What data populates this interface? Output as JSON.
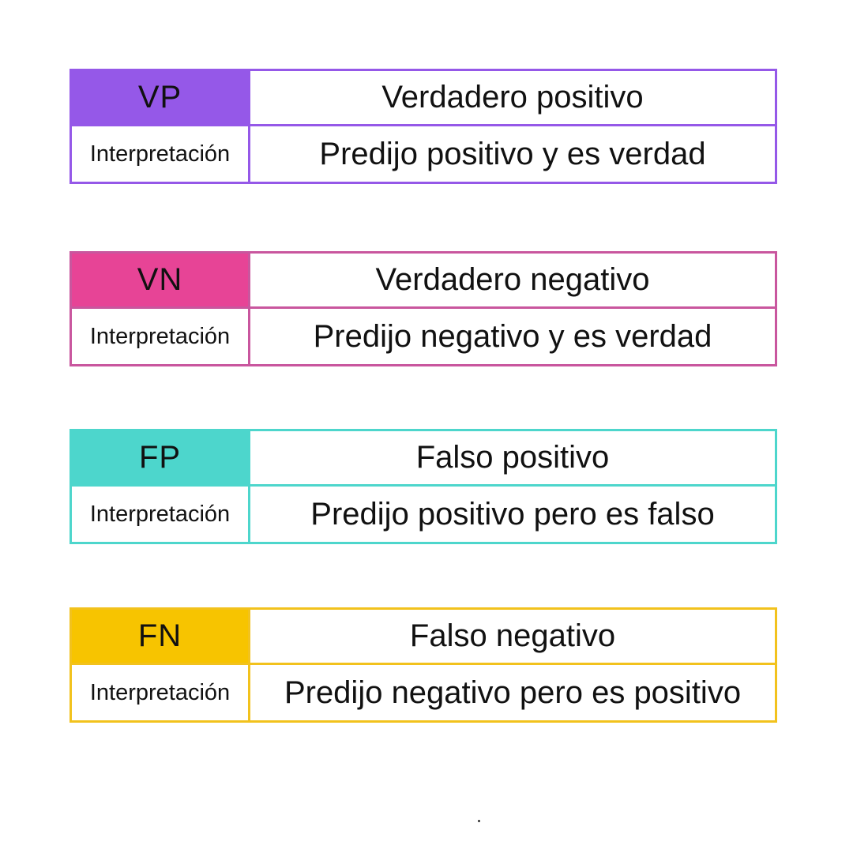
{
  "cards": [
    {
      "abbr": "VP",
      "name": "Verdadero positivo",
      "interp_label": "Interpretación",
      "interp_value": "Predijo positivo y es verdad",
      "color": "#9558e8"
    },
    {
      "abbr": "VN",
      "name": "Verdadero negativo",
      "interp_label": "Interpretación",
      "interp_value": "Predijo negativo y es verdad",
      "color": "#c9569e"
    },
    {
      "abbr": "FP",
      "name": "Falso positivo",
      "interp_label": "Interpretación",
      "interp_value": "Predijo positivo pero es falso",
      "color": "#4dd6cc"
    },
    {
      "abbr": "FN",
      "name": "Falso negativo",
      "interp_label": "Interpretación",
      "interp_value": "Predijo negativo pero es positivo",
      "color": "#f2c21d"
    }
  ],
  "abbr_fill_colors": [
    "#9558e8",
    "#e74496",
    "#4dd6cc",
    "#f7c400"
  ]
}
